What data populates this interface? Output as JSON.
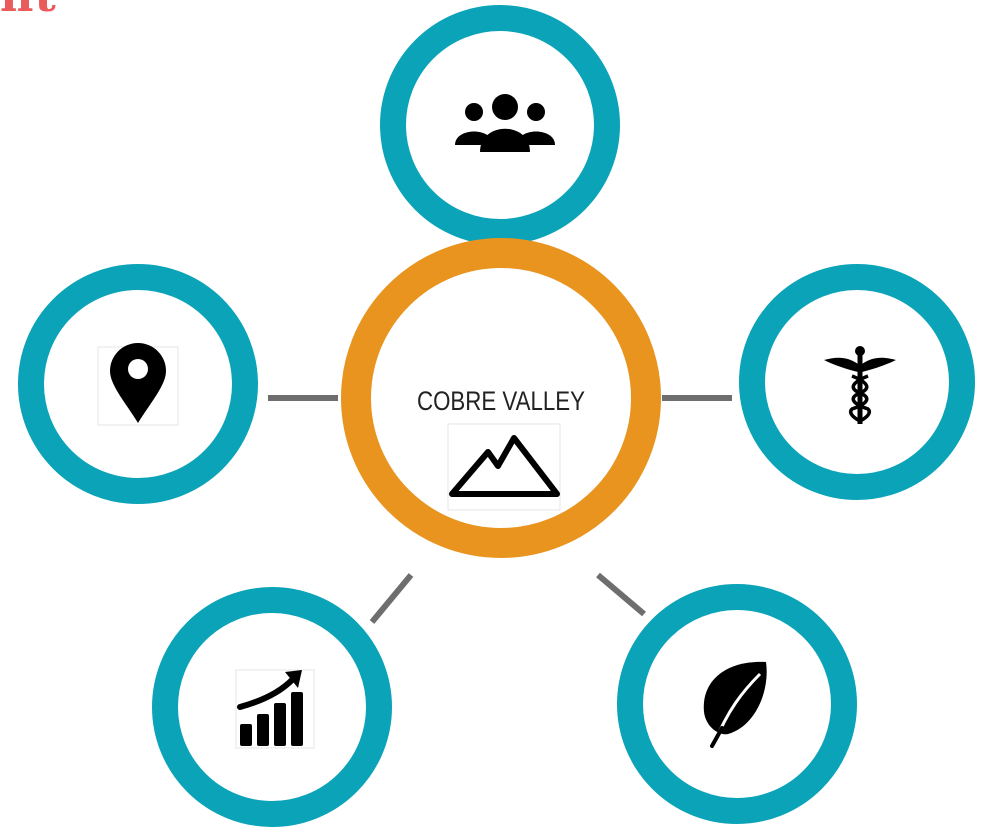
{
  "header": {
    "title_fragment": "nt"
  },
  "hub": {
    "label": "COBRE VALLEY",
    "icon": "mountain-icon"
  },
  "nodes": [
    {
      "name": "top",
      "icon": "people-group-icon"
    },
    {
      "name": "left",
      "icon": "map-pin-icon"
    },
    {
      "name": "right",
      "icon": "caduceus-icon"
    },
    {
      "name": "bottom-left",
      "icon": "growth-chart-icon"
    },
    {
      "name": "bottom-right",
      "icon": "leaf-icon"
    }
  ],
  "colors": {
    "hub_ring": "#E8941F",
    "node_ring": "#0AA3B8",
    "connector": "#6E6E6E",
    "title": "#EA5B5B",
    "icon": "#000000"
  }
}
